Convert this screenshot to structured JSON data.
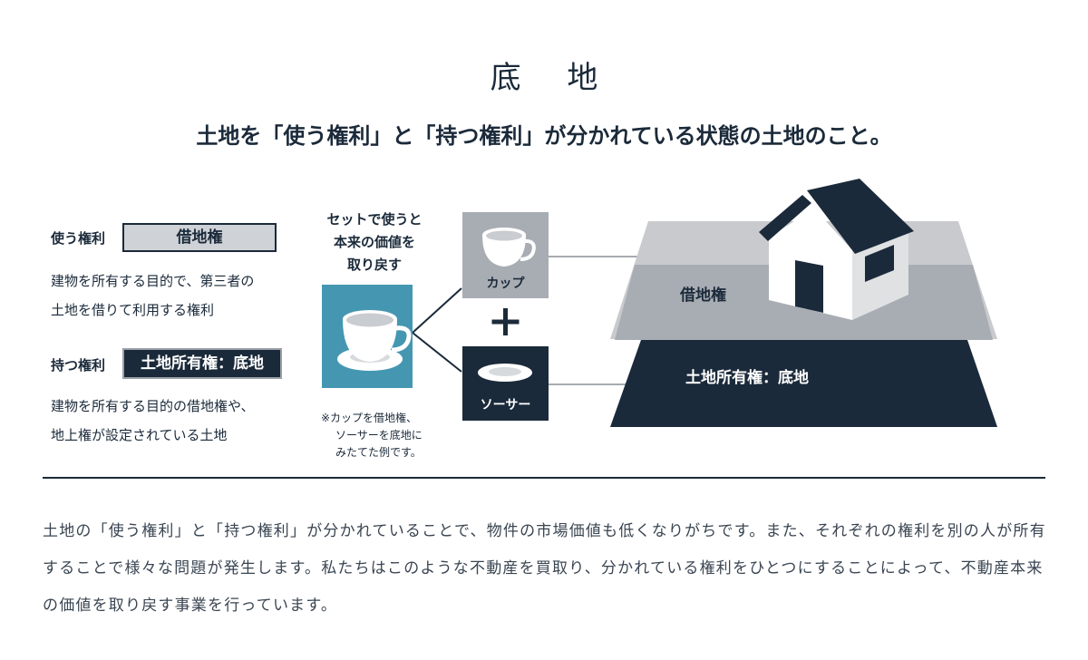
{
  "title": "底 地",
  "subtitle": "土地を「使う権利」と「持つ権利」が分かれている状態の土地のこと。",
  "rights": {
    "use": {
      "label": "使う権利",
      "box": "借地権",
      "desc1": "建物を所有する目的で、第三者の",
      "desc2": "土地を借りて利用する権利"
    },
    "own": {
      "label": "持つ権利",
      "box": "土地所有権：底地",
      "desc1": "建物を所有する目的の借地権や、",
      "desc2": "地上権が設定されている土地"
    }
  },
  "cup_diagram": {
    "caption1": "セットで使うと",
    "caption2": "本来の価値を",
    "caption3": "取り戻す",
    "cup_label": "カップ",
    "plus": "+",
    "saucer_label": "ソーサー",
    "note1": "※カップを借地権、",
    "note2": "ソーサーを底地に",
    "note3": "みたてた例です。"
  },
  "land": {
    "leasehold_label": "借地権",
    "ownership_label": "土地所有権：底地"
  },
  "bottom_text": "土地の「使う権利」と「持つ権利」が分かれていることで、物件の市場価値も低くなりがちです。また、それぞれの権利を別の人が所有することで様々な問題が発生します。私たちはこのような不動産を買取り、分かれている権利をひとつにすることによって、不動産本来の価値を取り戻す事業を行っています。",
  "colors": {
    "navy": "#1b2a3a",
    "teal": "#4597b1",
    "light_gray": "#c8cacd",
    "mid_gray": "#a8adb3"
  }
}
